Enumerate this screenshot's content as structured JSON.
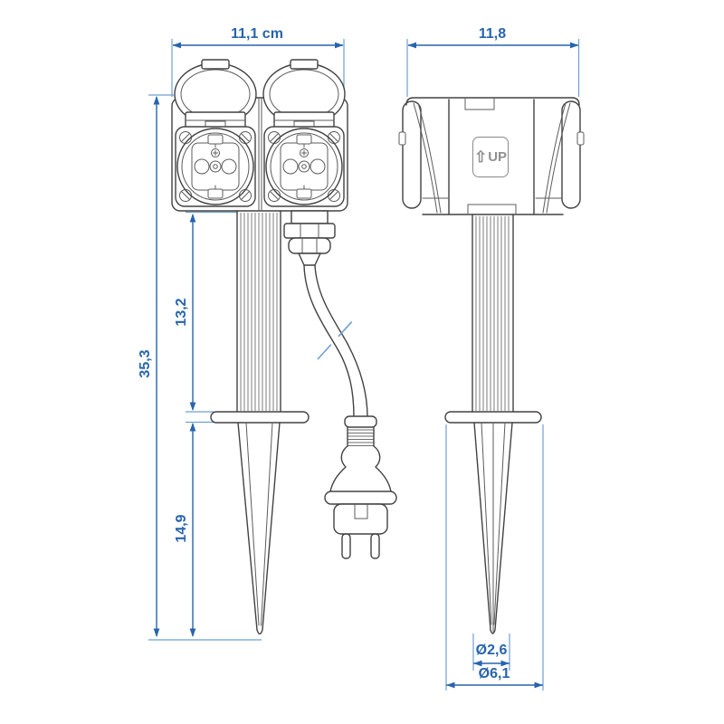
{
  "page": {
    "background": "#ffffff"
  },
  "colors": {
    "dimension_blue": "#2864ae",
    "extension_blue": "#6f9fd2",
    "line_gray": "#424242",
    "line_light": "#5c5c5c",
    "badge_gray": "#8f8f8f",
    "background": "#ffffff"
  },
  "dimensions": {
    "front_width": "11,1 cm",
    "side_width": "11,8",
    "total_height": "35,3",
    "body_bottom_to_collar": "13,2",
    "spike_length": "14,9",
    "tip_diameter": "Ø2,6",
    "collar_diameter": "Ø6,1"
  },
  "badge": {
    "arrow": "⇧",
    "text": "UP"
  }
}
